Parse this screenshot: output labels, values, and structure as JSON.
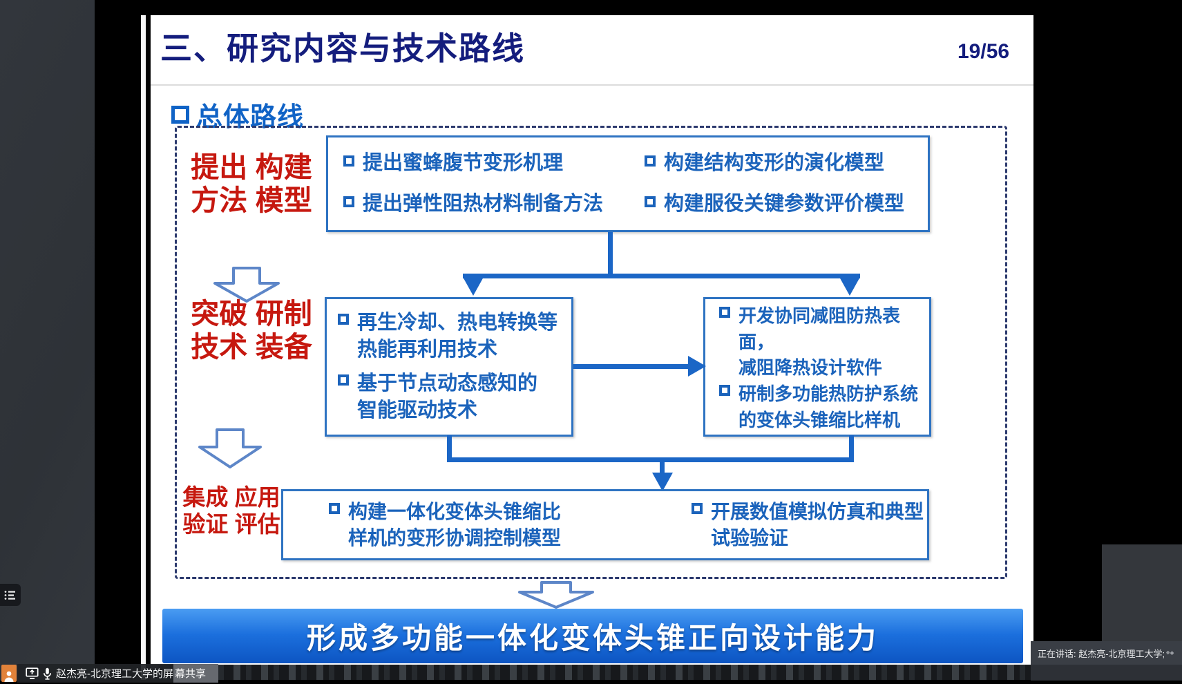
{
  "app": {
    "share_status": {
      "prefix": "赵杰亮-北京理工大学的屏",
      "suffix": "幕共享"
    },
    "speaking_indicator": "正在讲话: 赵杰亮-北京理工大学;"
  },
  "slide": {
    "title": "三、研究内容与技术路线",
    "page_number": "19/56",
    "section_title": "总体路线",
    "banner": "形成多功能一体化变体头锥正向设计能力",
    "flow": {
      "row_labels": [
        {
          "l1": "提出 构建",
          "l2": "方法 模型"
        },
        {
          "l1": "突破 研制",
          "l2": "技术 装备"
        },
        {
          "l1": "集成 应用",
          "l2": "验证 评估"
        }
      ],
      "box_method": {
        "items": [
          {
            "l1": "提出蜜蜂腹节变形机理"
          },
          {
            "l1": "提出弹性阻热材料制备方法"
          },
          {
            "l1": "构建结构变形的演化模型"
          },
          {
            "l1": "构建服役关键参数评价模型"
          }
        ]
      },
      "box_tech_left": {
        "items": [
          {
            "l1": "再生冷却、热电转换等",
            "l2": "热能再利用技术"
          },
          {
            "l1": "基于节点动态感知的",
            "l2": "智能驱动技术"
          }
        ]
      },
      "box_tech_right": {
        "items": [
          {
            "l1": "开发协同减阻防热表面，",
            "l2": "减阻降热设计软件"
          },
          {
            "l1": "研制多功能热防护系统",
            "l2": "的变体头锥缩比样机"
          }
        ]
      },
      "box_integrate": {
        "items": [
          {
            "l1": "构建一体化变体头锥缩比",
            "l2": "样机的变形协调控制模型"
          },
          {
            "l1": "开展数值模拟仿真和典型",
            "l2": "试验验证"
          }
        ]
      }
    }
  },
  "colors": {
    "accent_blue": "#1b66c6",
    "item_blue": "#1b63bb",
    "title_navy": "#141d7d",
    "label_red": "#c6180f",
    "banner_blue": "#1668d8"
  }
}
